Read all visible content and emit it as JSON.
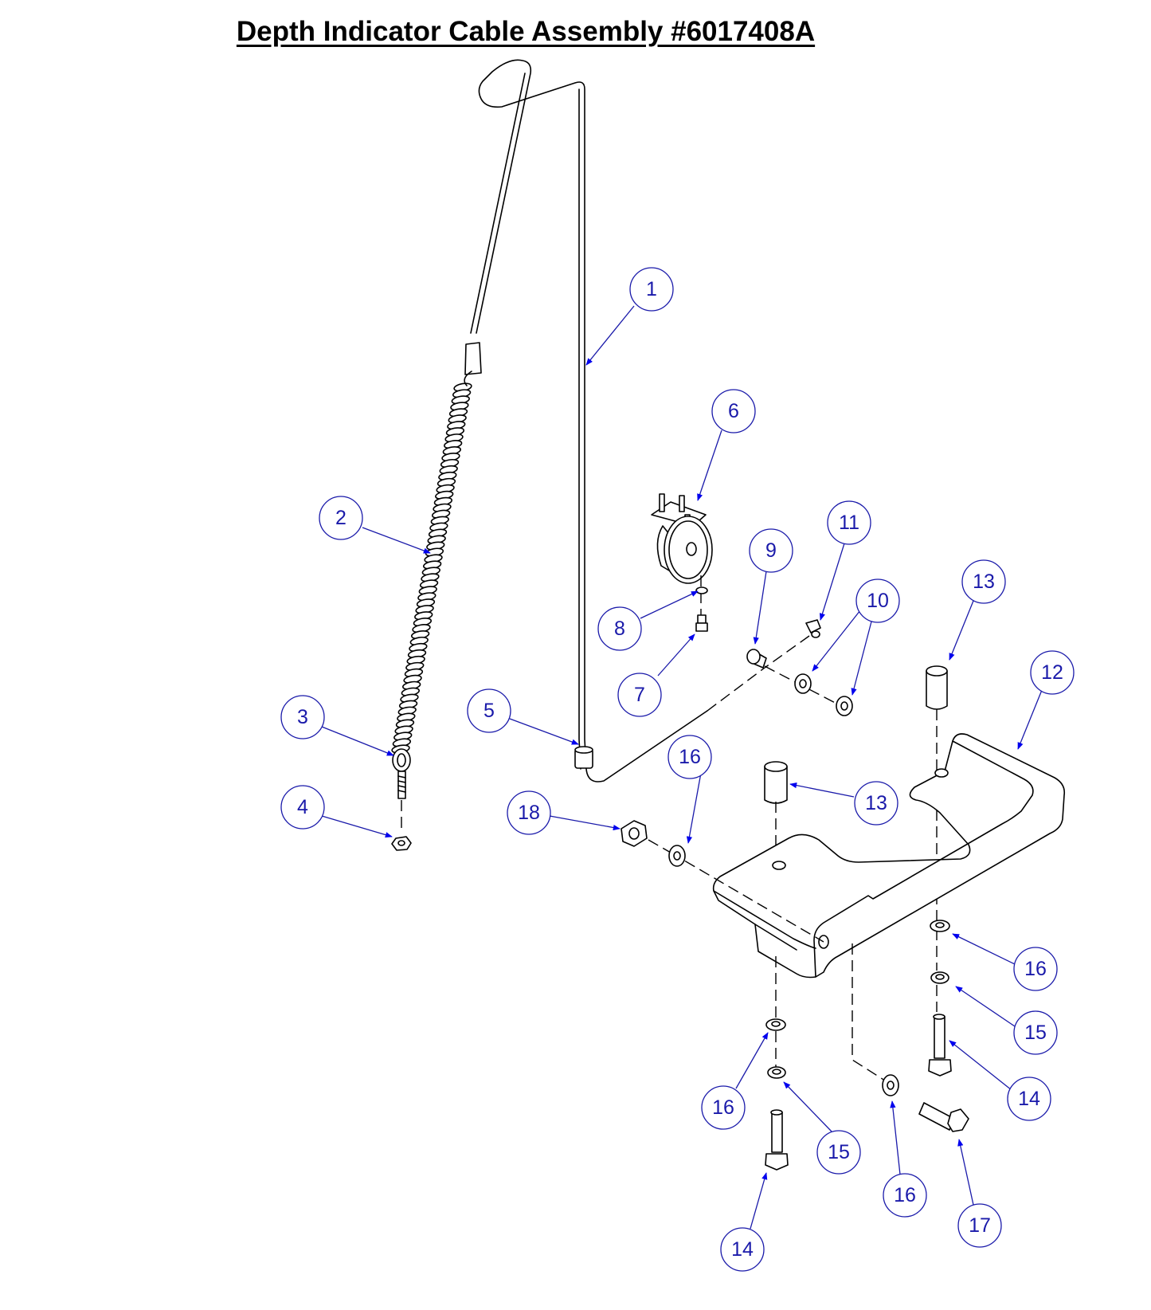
{
  "title": "Depth Indicator Cable Assembly #6017408A",
  "colors": {
    "callout": "#1a1aaa",
    "arrow": "#0000ee",
    "line": "#000000"
  },
  "callouts": [
    "1",
    "2",
    "3",
    "4",
    "5",
    "6",
    "7",
    "8",
    "9",
    "10",
    "11",
    "12",
    "13",
    "14",
    "15",
    "16",
    "17",
    "18"
  ]
}
